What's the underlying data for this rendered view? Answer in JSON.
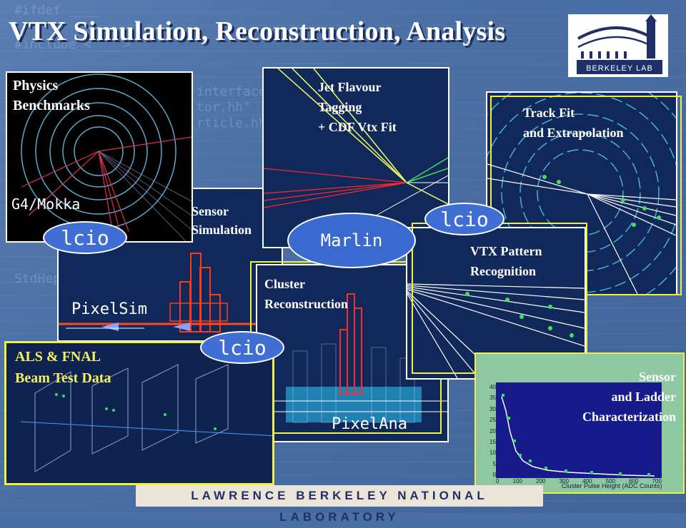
{
  "slide": {
    "title": "VTX Simulation, Reconstruction, Analysis",
    "logo_text": "BERKELEY LAB",
    "footer_text": "LAWRENCE BERKELEY NATIONAL LABORATORY"
  },
  "panels": {
    "physics": {
      "label": "Physics\nBenchmarks",
      "sublabel": "G4/Mokka"
    },
    "sensor_sim": {
      "label": "Sensor\nSimulation",
      "sublabel": "PixelSim"
    },
    "jet_flavour": {
      "label": "Jet Flavour\nTagging\n+ CDF Vtx Fit"
    },
    "track_fit": {
      "label": "Track Fit\nand Extrapolation"
    },
    "cluster": {
      "label": "Cluster\nReconstruction",
      "sublabel": "PixelAna"
    },
    "vtx_pattern": {
      "label": "VTX Pattern\nRecognition"
    },
    "beam_test": {
      "label": "ALS & FNAL\nBeam Test Data"
    },
    "sensor_ladder": {
      "label": "Sensor\nand Ladder\nCharacterization"
    }
  },
  "badges": {
    "lcio_1": "lcio",
    "lcio_2": "lcio",
    "lcio_3": "lcio",
    "marlin": "Marlin"
  },
  "histogram": {
    "xlabel": "Cluster Pulse Height (ADC Counts)",
    "x_ticks": [
      "0",
      "100",
      "200",
      "300",
      "400",
      "500",
      "600",
      "700"
    ],
    "y_ticks": [
      "0",
      "5",
      "10",
      "15",
      "20",
      "25",
      "30",
      "35",
      "40"
    ]
  },
  "colors": {
    "background": "#4a6fa5",
    "panel": "#10285a",
    "highlight_border": "#f0f040",
    "badge": "#3f6fd4"
  }
}
